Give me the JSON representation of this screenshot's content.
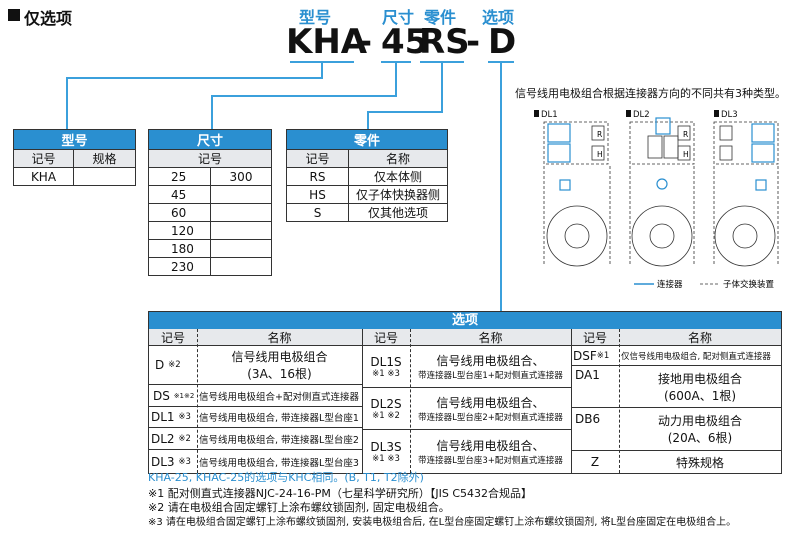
{
  "section_title": "仅选项",
  "code": {
    "labels": {
      "model": "型号",
      "size": "尺寸",
      "part": "零件",
      "option": "选项"
    },
    "kha": "KHA",
    "dash1": "-",
    "size": "45",
    "part": "RS",
    "dash2": "-",
    "option": "D"
  },
  "model_table": {
    "title": "型号",
    "headers": [
      "记号",
      "规格"
    ],
    "rows": [
      [
        "KHA",
        ""
      ]
    ]
  },
  "size_table": {
    "title": "尺寸",
    "header": "记号",
    "rows": [
      [
        "25",
        "300"
      ],
      [
        "45",
        ""
      ],
      [
        "60",
        ""
      ],
      [
        "120",
        ""
      ],
      [
        "180",
        ""
      ],
      [
        "230",
        ""
      ]
    ]
  },
  "part_table": {
    "title": "零件",
    "headers": [
      "记号",
      "名称"
    ],
    "rows": [
      [
        "RS",
        "仅本体侧"
      ],
      [
        "HS",
        "仅子体快换器侧"
      ],
      [
        "S",
        "仅其他选项"
      ]
    ]
  },
  "diagram": {
    "caption": "信号线用电极组合根据连接器方向的不同共有3种类型。",
    "types": [
      "DL1",
      "DL2",
      "DL3"
    ],
    "r_label": "R",
    "h_label": "H",
    "legend_connector": "连接器",
    "legend_sub": "子体交换装置"
  },
  "options_table": {
    "title": "选项",
    "headers": [
      "记号",
      "名称",
      "记号",
      "名称",
      "记号",
      "名称"
    ],
    "col1": [
      {
        "code": "D",
        "mark": "※2",
        "name1": "信号线用电极组合",
        "name2": "(3A、16根)"
      },
      {
        "code": "DS",
        "mark": "※1※2",
        "name": "信号线用电极组合+配对侧直式连接器"
      },
      {
        "code": "DL1",
        "mark": "※3",
        "name": "信号线用电极组合, 带连接器L型台座1"
      },
      {
        "code": "DL2",
        "mark": "※2",
        "name": "信号线用电极组合, 带连接器L型台座2"
      },
      {
        "code": "DL3",
        "mark": "※3",
        "name": "信号线用电极组合, 带连接器L型台座3"
      }
    ],
    "col2": [
      {
        "code": "DL1S",
        "mark": "※1 ※3",
        "name1": "信号线用电极组合、",
        "name2": "带连接器L型台座1+配对侧直式连接器"
      },
      {
        "code": "DL2S",
        "mark": "※1 ※2",
        "name1": "信号线用电极组合、",
        "name2": "带连接器L型台座2+配对侧直式连接器"
      },
      {
        "code": "DL3S",
        "mark": "※1 ※3",
        "name1": "信号线用电极组合、",
        "name2": "带连接器L型台座3+配对侧直式连接器"
      }
    ],
    "col3": [
      {
        "code": "DSF",
        "mark": "※1",
        "name": "仅信号线用电极组合, 配对侧直式连接器"
      },
      {
        "code": "DA1",
        "name1": "接地用电极组合",
        "name2": "(600A、1根)"
      },
      {
        "code": "DB6",
        "name1": "动力用电极组合",
        "name2": "(20A、6根)"
      },
      {
        "code": "Z",
        "name": "特殊规格"
      }
    ]
  },
  "notes": {
    "blue": "KHA-25, KHAC-25的选项与KHC相同。(B, T1, T2除外)",
    "n1": "※1  配对侧直式连接器NJC-24-16-PM（七星科学研究所）【JIS C5432合规品】",
    "n2": "※2  请在电极组合固定螺钉上涂布螺纹锁固剂, 固定电极组合。",
    "n3": "※3  请在电极组合固定螺钉上涂布螺纹锁固剂, 安装电极组合后, 在L型台座固定螺钉上涂布螺纹锁固剂, 将L型台座固定在电极组合上。"
  },
  "colors": {
    "accent": "#2a8fd0",
    "header_fill": "#2a8fd0",
    "subheader_fill": "#e7e9ec"
  }
}
